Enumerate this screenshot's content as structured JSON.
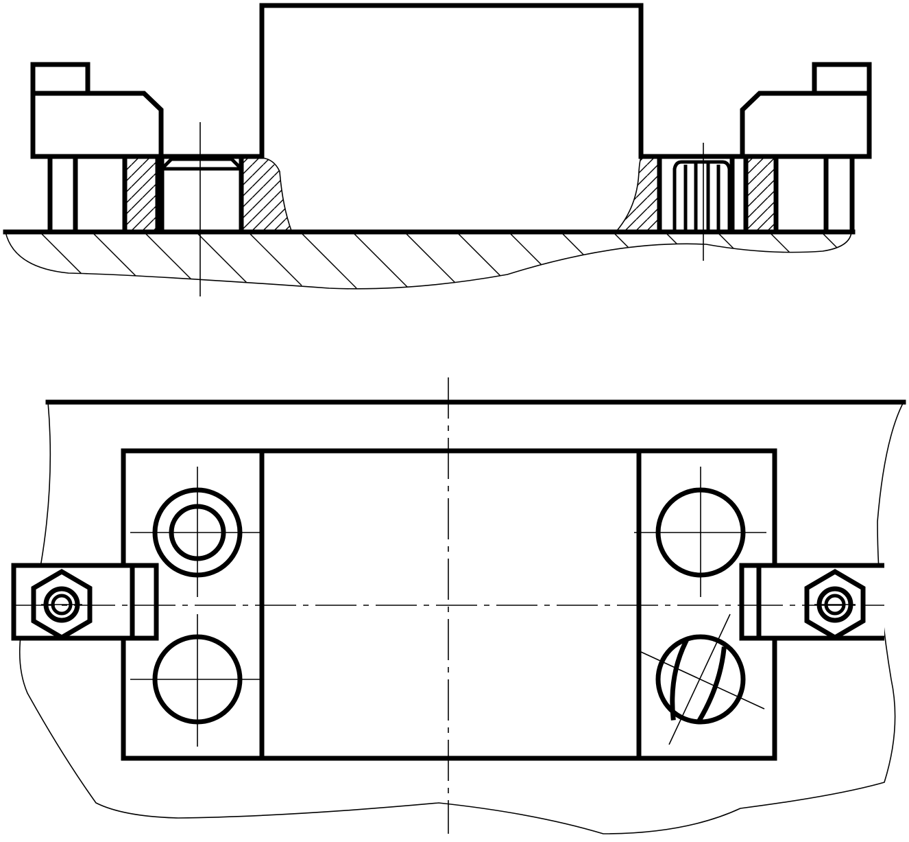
{
  "drawing": {
    "type": "mechanical-engineering-drawing",
    "views": [
      "section-elevation",
      "plan"
    ],
    "line_color": "#000000",
    "background_color": "#ffffff"
  }
}
